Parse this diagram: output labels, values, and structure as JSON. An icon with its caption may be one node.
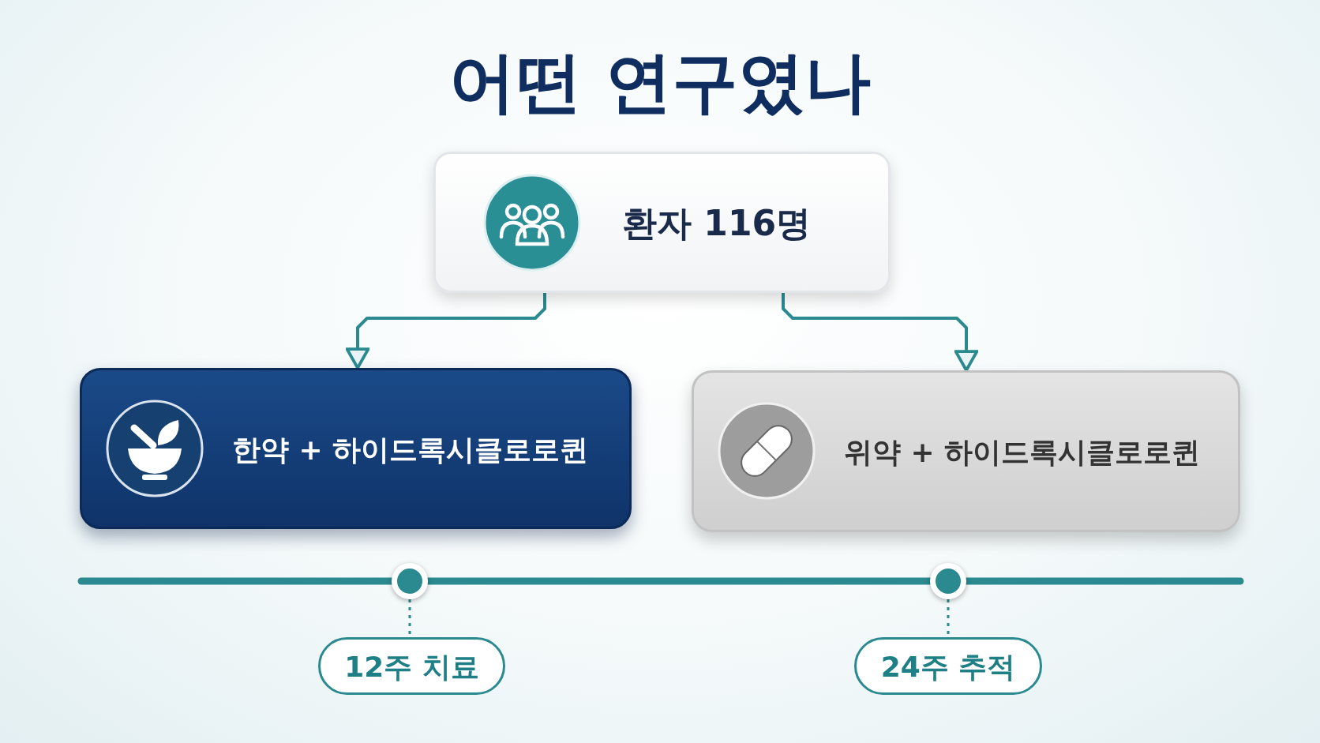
{
  "diagram": {
    "title": "어떤 연구였나",
    "nodes": [
      {
        "text": [
          "환자 116명"
        ]
      },
      {
        "text": [
          "한약 + 하이드록시클로로퀸"
        ]
      },
      {
        "text": [
          "위약 + 하이드록시클로로퀸"
        ]
      },
      {
        "text": [],
        "shape": "circle"
      },
      {
        "text": [],
        "shape": "circle"
      },
      {
        "text": [
          "12주 치료"
        ]
      },
      {
        "text": [
          "24주 추적"
        ]
      }
    ],
    "edges": [
      {
        "from": 0,
        "to": 1,
        "arrow": "to"
      },
      {
        "from": 0,
        "to": 2,
        "arrow": "to"
      },
      {
        "from": 3,
        "to": 5,
        "arrow": "none",
        "style": "dashed"
      },
      {
        "from": 4,
        "to": 6,
        "arrow": "none",
        "style": "dashed"
      }
    ]
  }
}
